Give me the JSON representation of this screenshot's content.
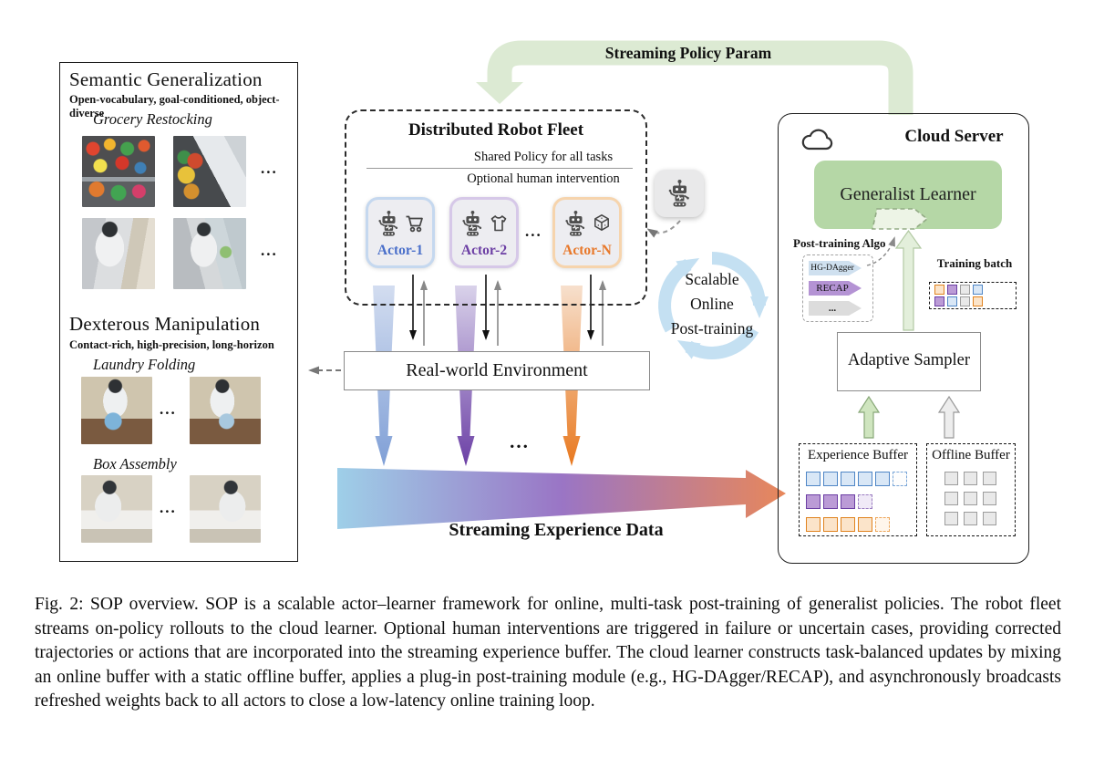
{
  "palette": {
    "accent_green": "#dcead3",
    "learner_green": "#b5d7a6",
    "cycle_blue": "#c4e0f2",
    "actor1_blue": "#4a6fca",
    "actor2_purple": "#6c3fa4",
    "actorN_orange": "#e8782a",
    "stream_blue": "#9ecfe8",
    "stream_purple": "#9a75c5",
    "stream_orange": "#e8875a"
  },
  "left_panel": {
    "semantic_title": "Semantic Generalization",
    "semantic_subtitle": "Open-vocabulary, goal-conditioned, object-diverse",
    "task_grocery": "Grocery Restocking",
    "dexterous_title": "Dexterous Manipulation",
    "dexterous_subtitle": "Contact-rich, high-precision, long-horizon",
    "task_laundry": "Laundry Folding",
    "task_box": "Box Assembly",
    "ellipsis": "..."
  },
  "policy_arrow": {
    "label": "Streaming Policy Param"
  },
  "fleet": {
    "title": "Distributed Robot Fleet",
    "shared_policy": "Shared Policy for all tasks",
    "optional_intervention": "Optional human intervention",
    "actors": [
      {
        "label": "Actor-1"
      },
      {
        "label": "Actor-2"
      },
      {
        "label": "Actor-N"
      }
    ],
    "ellipsis": "..."
  },
  "environment": {
    "label": "Real-world Environment"
  },
  "cycle": {
    "line1": "Scalable",
    "line2": "Online",
    "line3": "Post-training"
  },
  "experience_arrow": {
    "label": "Streaming Experience Data",
    "ellipsis": "..."
  },
  "cloud": {
    "title": "Cloud Server",
    "learner_label": "Generalist Learner",
    "algo_label": "Post-training Algo",
    "algos": [
      {
        "name": "HG-DAgger"
      },
      {
        "name": "RECAP"
      },
      {
        "name": "..."
      }
    ],
    "batch_label": "Training batch",
    "batch_rows": [
      [
        "orange",
        "purple",
        "gray",
        "blue"
      ],
      [
        "purple",
        "blue",
        "gray",
        "orange"
      ]
    ],
    "sampler_label": "Adaptive Sampler",
    "experience_buffer": {
      "title": "Experience Buffer",
      "rows": [
        [
          "blue",
          "blue",
          "blue",
          "blue",
          "blue",
          "blue-dot"
        ],
        [
          "purple",
          "purple",
          "purple",
          "purple-dot"
        ],
        [
          "orange",
          "orange",
          "orange",
          "orange",
          "orange-dot"
        ]
      ]
    },
    "offline_buffer": {
      "title": "Offline Buffer",
      "rows": [
        [
          "gray",
          "gray",
          "gray"
        ],
        [
          "gray",
          "gray",
          "gray"
        ],
        [
          "gray",
          "gray",
          "gray"
        ]
      ]
    }
  },
  "caption": "Fig. 2: SOP overview. SOP is a scalable actor–learner framework for online, multi-task post-training of generalist policies. The robot fleet streams on-policy rollouts to the cloud learner. Optional human interventions are triggered in failure or uncertain cases, providing corrected trajectories or actions that are incorporated into the streaming experience buffer. The cloud learner constructs task-balanced updates by mixing an online buffer with a static offline buffer, applies a plug-in post-training module (e.g., HG-DAgger/RECAP), and asynchronously broadcasts refreshed weights back to all actors to close a low-latency online training loop."
}
